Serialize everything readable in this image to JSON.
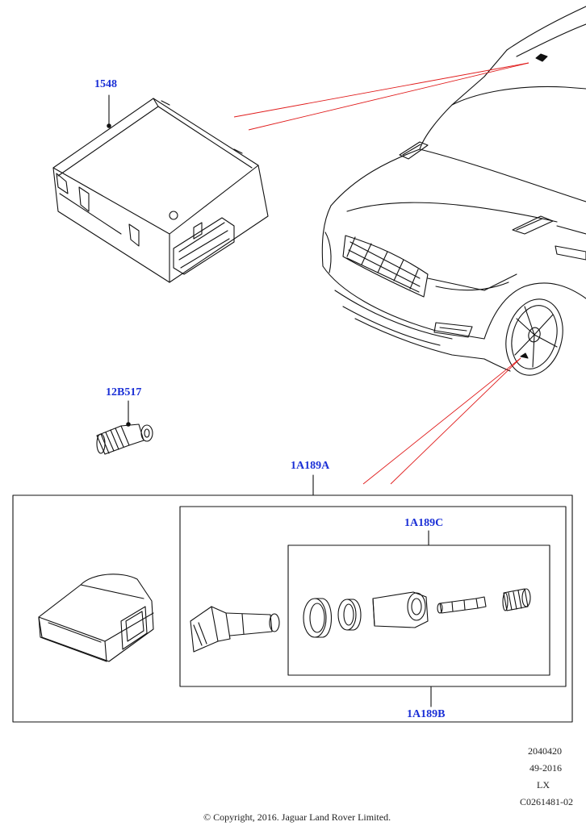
{
  "parts": {
    "module": "1548",
    "adapter": "12B517",
    "sensor_kit": "1A189A",
    "valve_kit": "1A189B",
    "service_kit": "1A189C"
  },
  "info": {
    "line1": "2040420",
    "line2": "49-2016",
    "line3": "LX",
    "line4": "C0261481-02"
  },
  "copyright": "© Copyright, 2016. Jaguar Land Rover Limited.",
  "colors": {
    "label": "#1a2fd6",
    "leader": "#e01b1b",
    "line": "#111111"
  }
}
